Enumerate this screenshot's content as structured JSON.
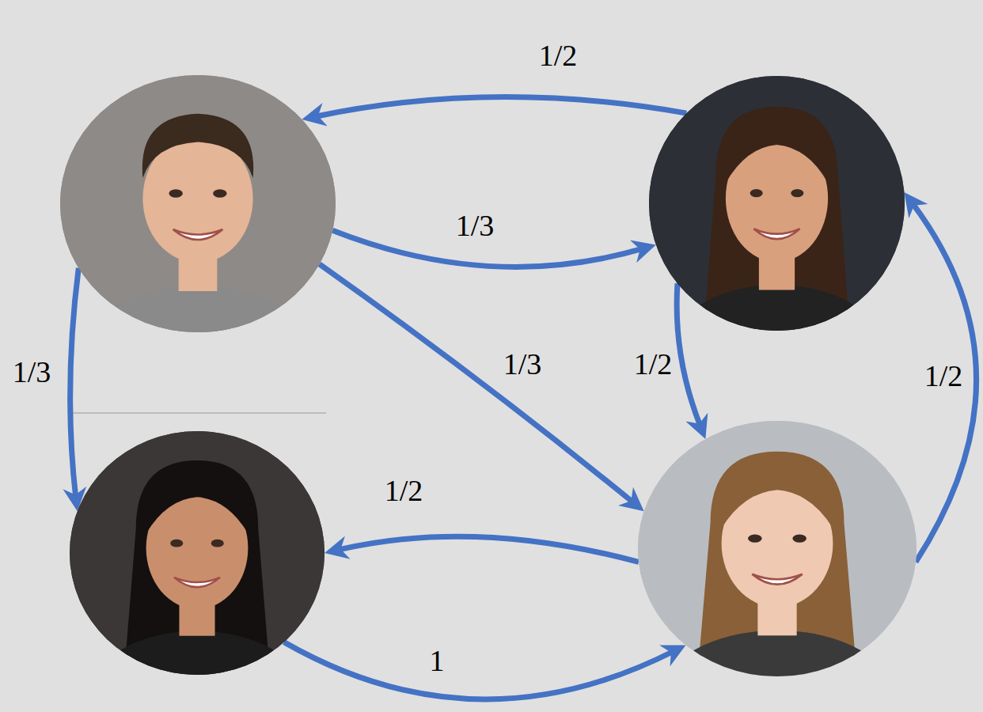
{
  "diagram": {
    "nodes": [
      {
        "text": []
      },
      {
        "text": []
      },
      {
        "text": []
      },
      {
        "text": []
      }
    ],
    "edges": [
      {
        "from": 1,
        "to": 0,
        "arrow": "to",
        "label": "1/2"
      },
      {
        "from": 0,
        "to": 1,
        "arrow": "to",
        "label": "1/3"
      },
      {
        "from": 0,
        "to": 2,
        "arrow": "to",
        "label": "1/3"
      },
      {
        "from": 0,
        "to": 3,
        "arrow": "to",
        "label": "1/3"
      },
      {
        "from": 1,
        "to": 3,
        "arrow": "to",
        "label": "1/2"
      },
      {
        "from": 3,
        "to": 2,
        "arrow": "to",
        "label": "1/2"
      },
      {
        "from": 2,
        "to": 3,
        "arrow": "to",
        "label": "1"
      },
      {
        "from": 3,
        "to": 1,
        "arrow": "to",
        "label": "1/2"
      }
    ]
  }
}
